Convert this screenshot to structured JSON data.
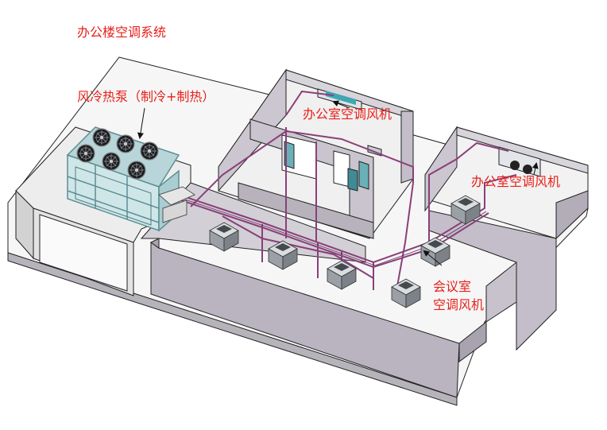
{
  "title": "办公楼空调系统",
  "labels": {
    "heat_pump": "风冷热泵（制冷+制热）",
    "office_fcu_1": "办公室空调风机",
    "office_fcu_2": "办公室空调风机",
    "meeting_fcu_line1": "会议室",
    "meeting_fcu_line2": "空调风机"
  },
  "colors": {
    "label": "#e8201a",
    "wall_face": "#c7c2cc",
    "wall_side": "#a8a3ae",
    "floor": "#f4f4f4",
    "pipe": "#8a3f7a",
    "unit_frame": "#5c8f94",
    "unit_panel": "#bfe0e3"
  }
}
